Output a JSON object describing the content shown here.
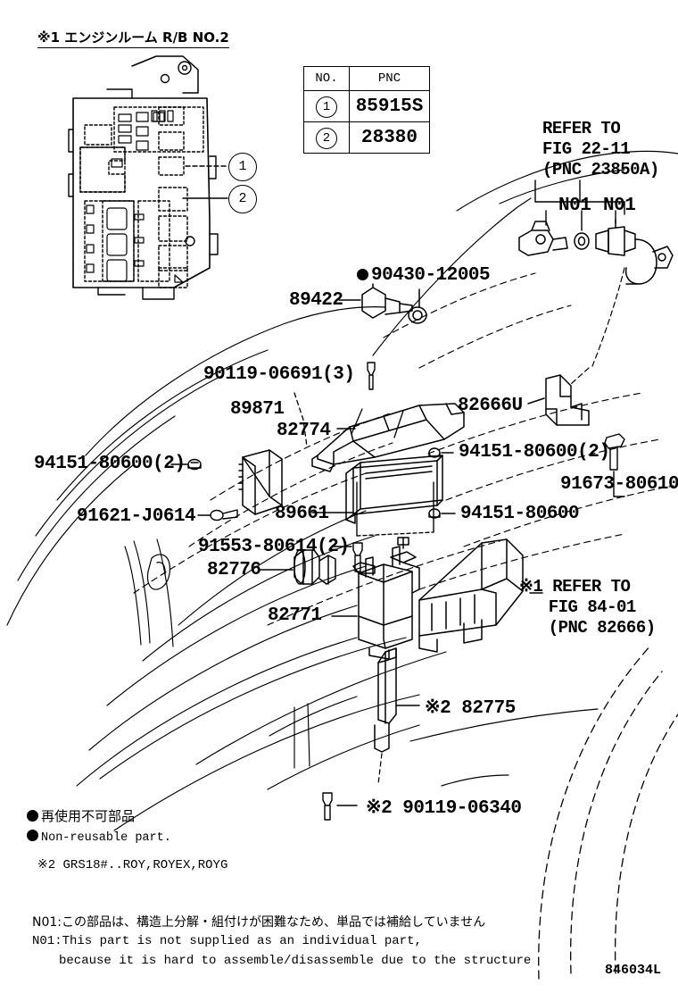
{
  "diagram": {
    "title": "※1 エンジンルーム R/B NO.2",
    "drawing_number": "846034L"
  },
  "pnc_table": {
    "headers": [
      "NO.",
      "PNC"
    ],
    "rows": [
      {
        "no": "1",
        "pnc": "85915S"
      },
      {
        "no": "2",
        "pnc": "28380"
      }
    ]
  },
  "callouts": [
    {
      "id": "callout-1",
      "label": "1"
    },
    {
      "id": "callout-2",
      "label": "2"
    }
  ],
  "references": {
    "fig_22_11": "REFER TO\nFIG 22-11\n(PNC 23850A)",
    "fig_84_01": "※1 REFER TO\n   FIG 84-01\n   (PNC 82666)",
    "n01_left": "N01",
    "n01_right": "N01"
  },
  "part_labels": {
    "p90430": "90430-12005",
    "p89422": "89422",
    "p90119_06691": "90119-06691(3)",
    "p89871": "89871",
    "p82774": "82774",
    "p82666u": "82666U",
    "p94151_80600_2a": "94151-80600(2)",
    "p94151_80600_2b": "94151-80600(2)",
    "p91673_80610": "91673-80610",
    "p91621_j0614": "91621-J0614",
    "p89661": "89661",
    "p94151_80600": "94151-80600",
    "p91553_80614": "91553-80614(2)",
    "p82776": "82776",
    "p82771": "82771",
    "p82775": "※2 82775",
    "p90119_06340": "※2 90119-06340"
  },
  "legend": {
    "nonreusable_jp": "再使用不可部品",
    "nonreusable_en": "Non-reusable part.",
    "model_note": "※2 GRS18#..ROY,ROYEX,ROYG"
  },
  "footnotes": {
    "line_jp": "N01:この部品は、構造上分解・組付けが困難なため、単品では補給していません",
    "line_en1": "N01:This part is not supplied as an individual part,",
    "line_en2": "because it is hard to assemble/disassemble due to the structure"
  }
}
